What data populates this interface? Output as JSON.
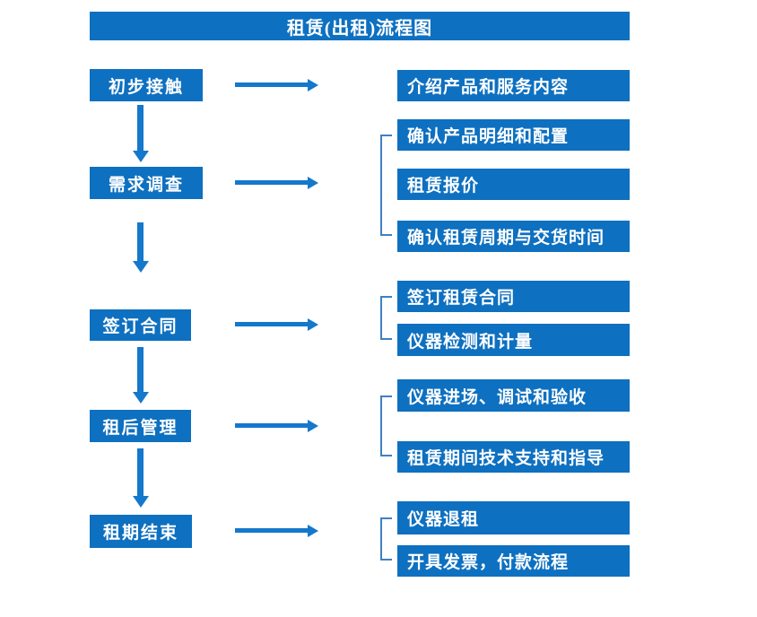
{
  "title": "租赁(出租)流程图",
  "colors": {
    "box_blue": "#0e70c0",
    "arrow_blue": "#1478cc",
    "bracket_blue": "#3f80c2",
    "text_white": "#ffffff",
    "background": "#ffffff"
  },
  "groups": [
    {
      "step": "初步接触",
      "details": [
        "介绍产品和服务内容"
      ]
    },
    {
      "step": "需求调查",
      "details": [
        "确认产品明细和配置",
        "租赁报价",
        "确认租赁周期与交货时间"
      ]
    },
    {
      "step": "签订合同",
      "details": [
        "签订租赁合同",
        "仪器检测和计量"
      ]
    },
    {
      "step": "租后管理",
      "details": [
        "仪器进场、调试和验收",
        "租赁期间技术支持和指导"
      ]
    },
    {
      "step": "租期结束",
      "details": [
        "仪器退租",
        "开具发票，付款流程"
      ]
    }
  ]
}
